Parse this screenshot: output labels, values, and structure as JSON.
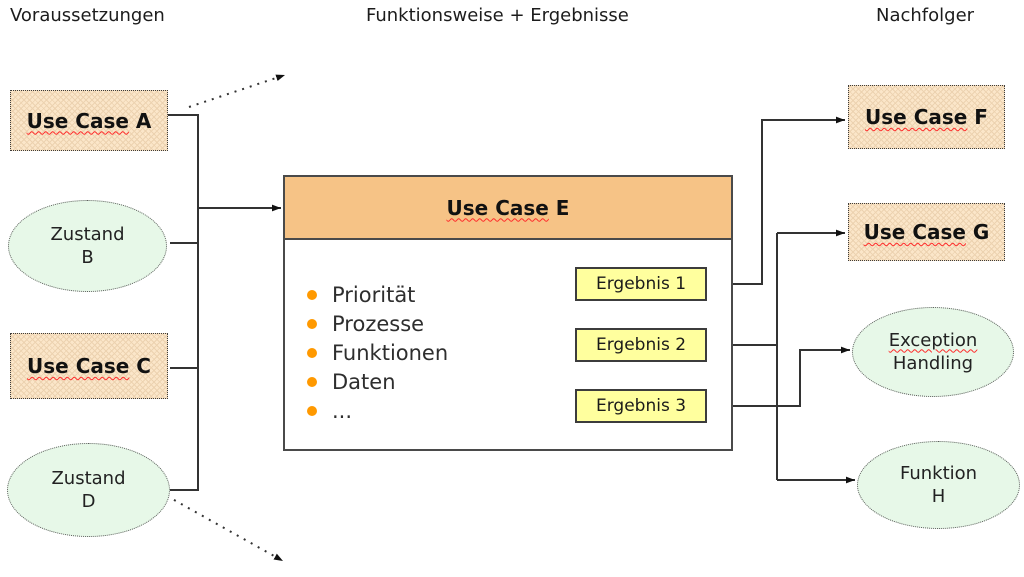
{
  "headers": {
    "left": "Voraussetzungen",
    "center": "Funktionsweise + Ergebnisse",
    "right": "Nachfolger"
  },
  "nodes": {
    "use_case_a": {
      "wavy": "Use Case",
      "rest": " A"
    },
    "zustand_b": {
      "line1": "Zustand",
      "line2": "B"
    },
    "use_case_c": {
      "wavy": "Use Case",
      "rest": " C"
    },
    "zustand_d": {
      "line1": "Zustand",
      "line2": "D"
    },
    "use_case_e": {
      "wavy": "Use Case",
      "rest": " E"
    },
    "use_case_f": {
      "wavy": "Use Case",
      "rest": " F"
    },
    "use_case_g": {
      "wavy": "Use Case",
      "rest": " G"
    },
    "exception_handling": {
      "line1_wavy": "Exception",
      "line2": "Handling"
    },
    "funktion_h": {
      "line1": "Funktion",
      "line2": "H"
    }
  },
  "bullets": [
    "Priorität",
    "Prozesse",
    "Funktionen",
    "Daten",
    "..."
  ],
  "results": [
    "Ergebnis 1",
    "Ergebnis 2",
    "Ergebnis 3"
  ],
  "connections": [
    {
      "from": "use-case-a",
      "to": "use-case-e",
      "style": "solid"
    },
    {
      "from": "zustand-b",
      "to": "use-case-e",
      "style": "solid"
    },
    {
      "from": "use-case-c",
      "to": "use-case-e",
      "style": "solid"
    },
    {
      "from": "zustand-d",
      "to": "use-case-e",
      "style": "solid"
    },
    {
      "from": "ergebnis-1",
      "to": "use-case-f",
      "style": "solid"
    },
    {
      "from": "ergebnis-2",
      "to": "use-case-g",
      "style": "solid"
    },
    {
      "from": "ergebnis-2",
      "to": "funktion-h",
      "style": "solid"
    },
    {
      "from": "ergebnis-3",
      "to": "exception-handling",
      "style": "solid"
    },
    {
      "from": "use-case-a",
      "to": "off-diagram-top-right",
      "style": "dashed"
    },
    {
      "from": "zustand-d",
      "to": "off-diagram-bottom-right",
      "style": "dashed"
    }
  ],
  "colors": {
    "peach_fill": "#fbe6c9",
    "peach_pattern": "#ecd2b0",
    "orange_header": "#f6c386",
    "yellow_fill": "#ffff9e",
    "green_fill": "#e7f8e8",
    "bullet_orange": "#ff9900",
    "wavy_red": "#ff2a2a",
    "line": "#333333"
  }
}
